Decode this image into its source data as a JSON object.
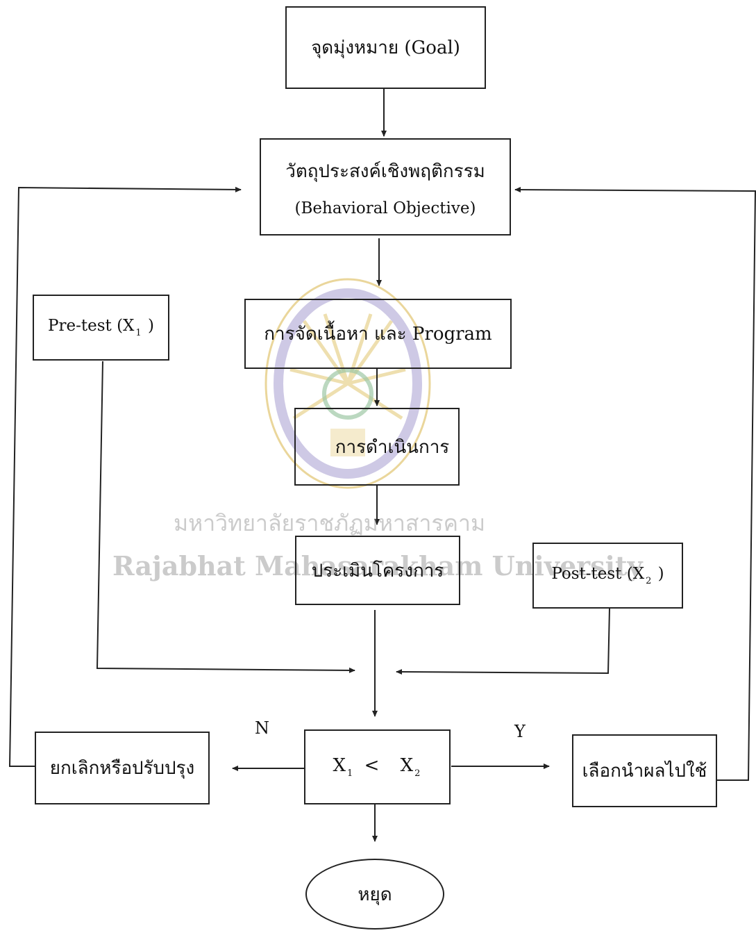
{
  "nodes": {
    "goal": "จุดมุ่งหมาย (Goal)",
    "objective_th": "วัตถุประสงค์เชิงพฤติกรรม",
    "objective_en": "(Behavioral Objective)",
    "content": "การจัดเนื้อหา และ  Program",
    "operation": "การดำเนินการ",
    "evaluate": "ประเมินโครงการ",
    "pretest_prefix": "Pre-test (X",
    "pretest_sub": "1",
    "pretest_suffix": " )",
    "posttest_prefix": "Post-test (X",
    "posttest_sub": "2",
    "posttest_suffix": " )",
    "compare_x1": "X",
    "compare_x1_sub": "1",
    "compare_op": "<",
    "compare_x2": "X",
    "compare_x2_sub": "2",
    "cancel": "ยกเลิกหรือปรับปรุง",
    "apply": "เลือกนำผลไปใช้",
    "stop": "หยุด"
  },
  "branches": {
    "no": "N",
    "yes": "Y"
  },
  "watermark": {
    "line1": "มหาวิทยาลัยราชภัฏมหาสารคาม",
    "line2": "Rajabhat Mahasarakham University"
  },
  "colors": {
    "line": "#222222",
    "seal_gold": "#d9b64a",
    "seal_purple": "#6b5bb0",
    "seal_green": "#4f9a5a"
  }
}
